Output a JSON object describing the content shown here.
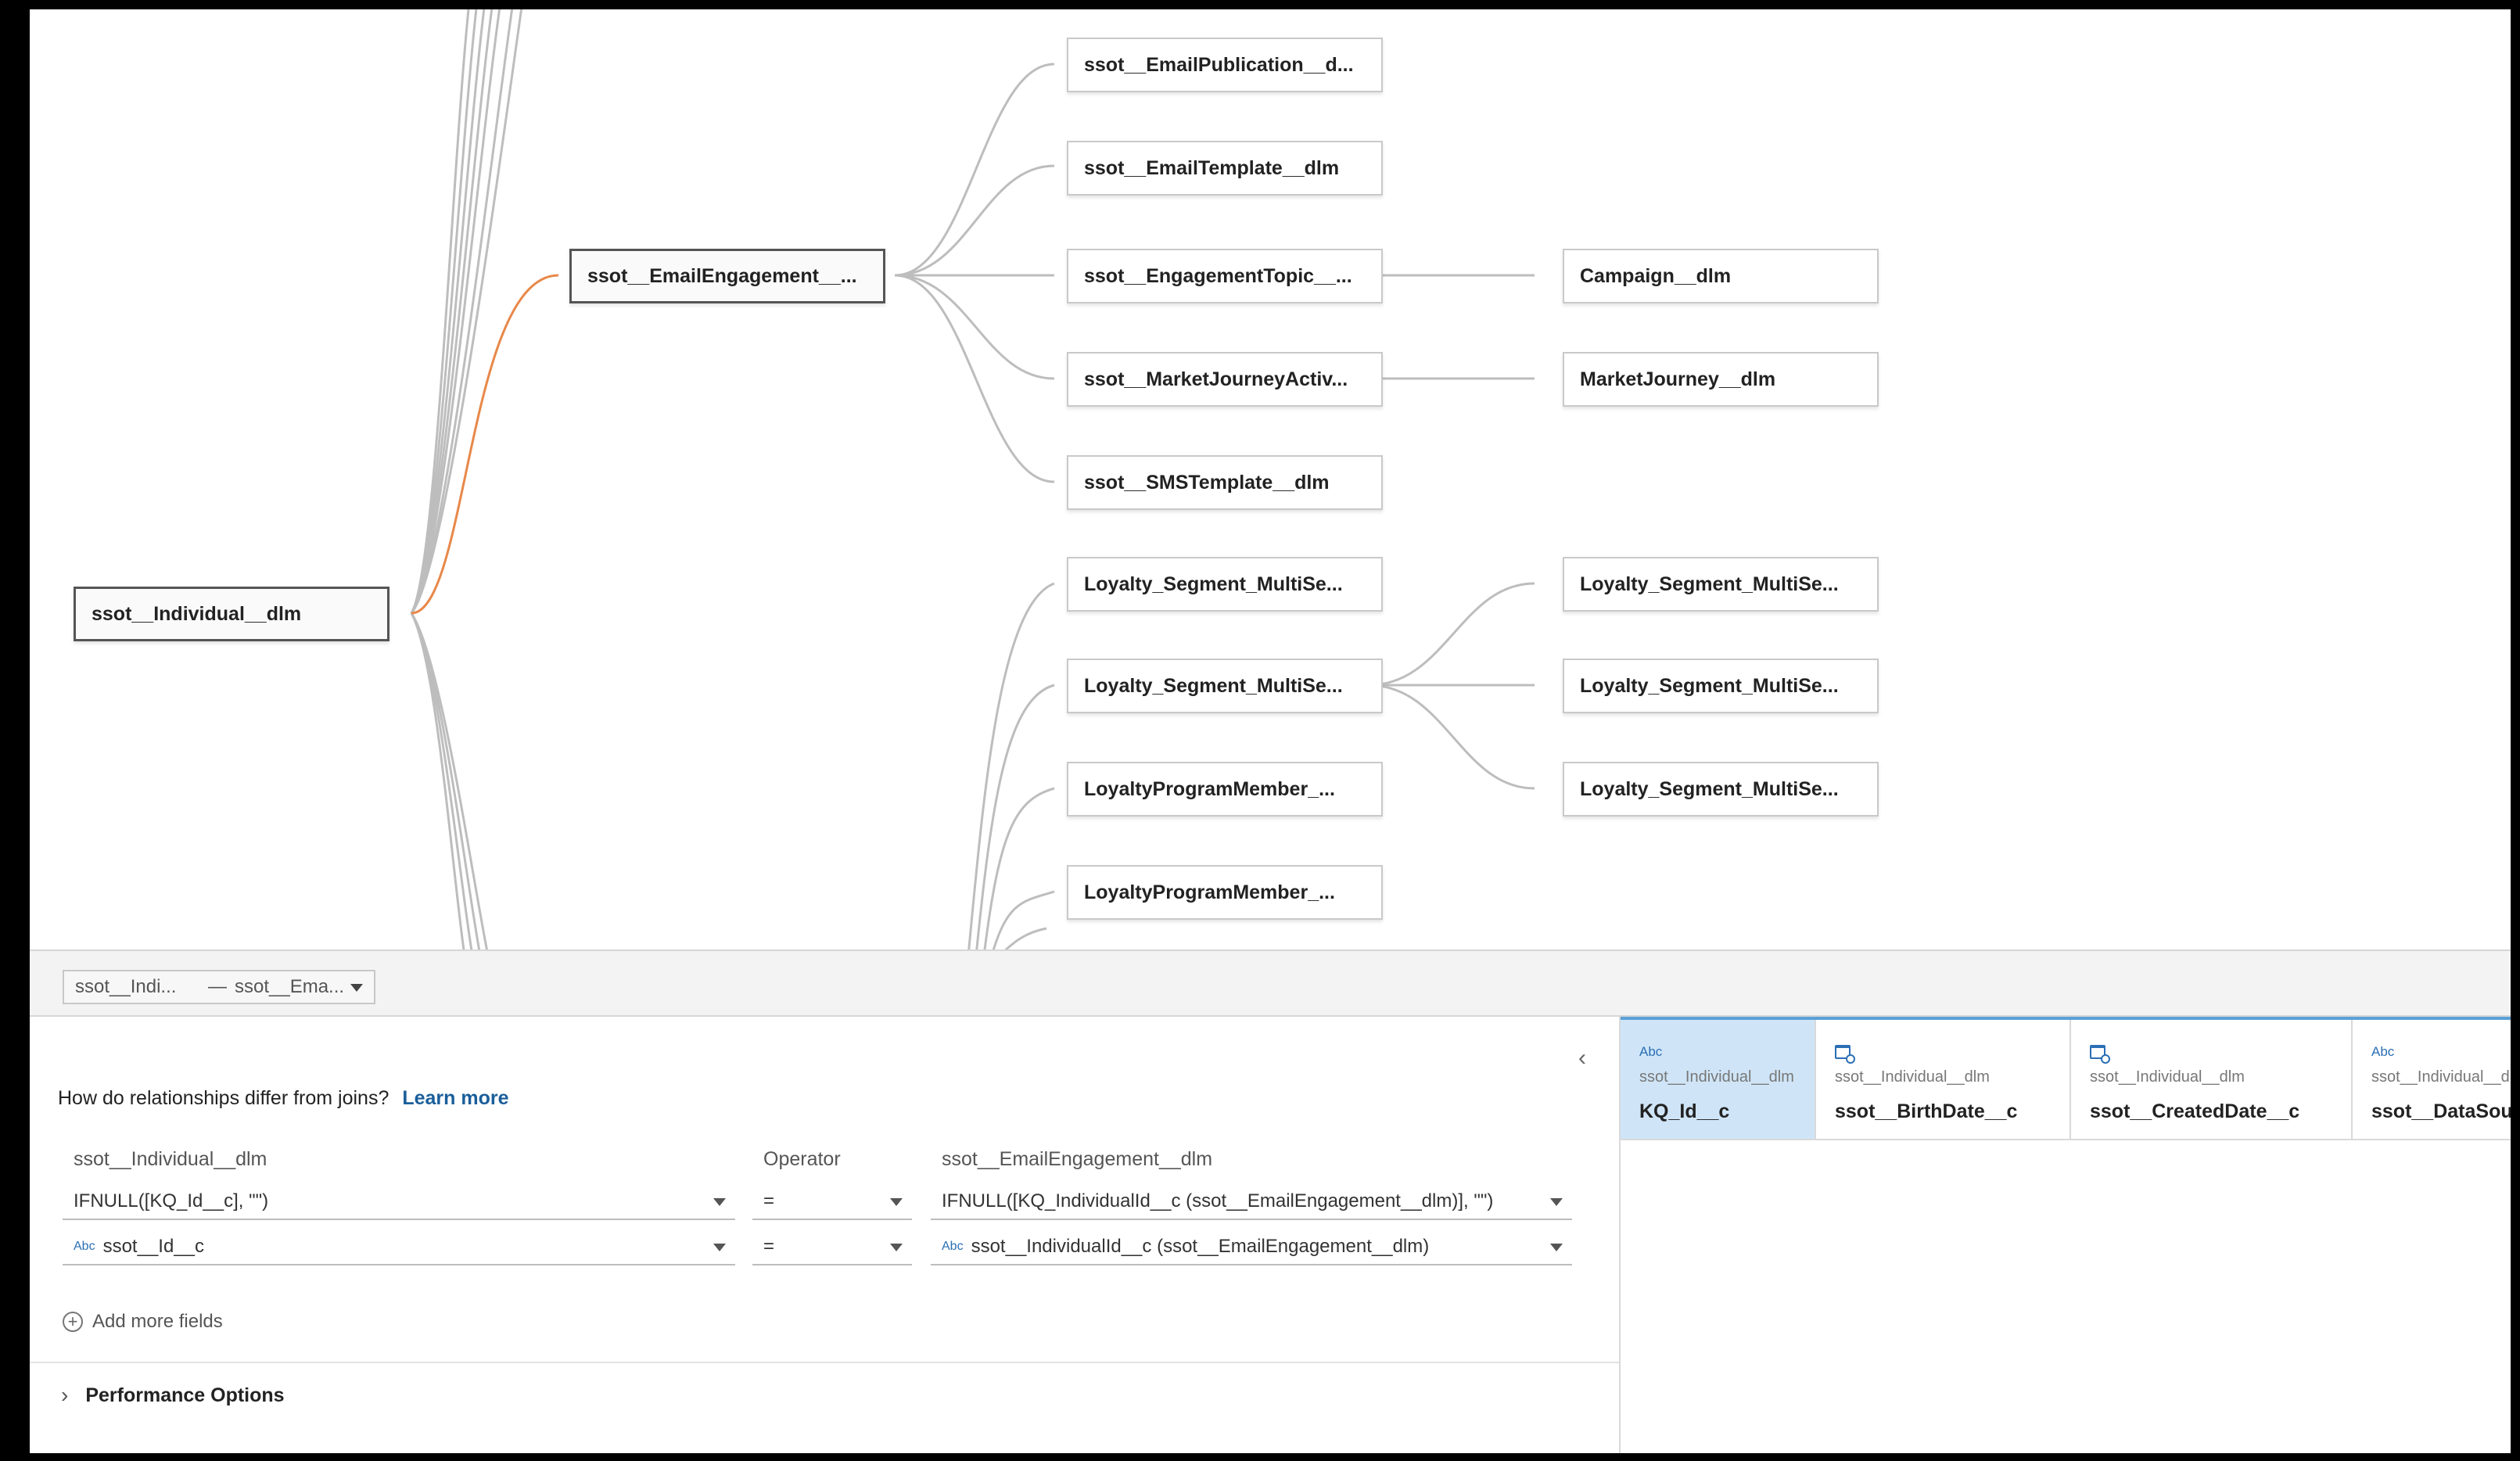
{
  "canvas": {
    "root_node": "ssot__Individual__dlm",
    "level1_selected": "ssot__EmailEngagement__...",
    "level2_upper": [
      "ssot__EmailPublication__d...",
      "ssot__EmailTemplate__dlm",
      "ssot__EngagementTopic__...",
      "ssot__MarketJourneyActiv...",
      "ssot__SMSTemplate__dlm"
    ],
    "level2_lower": [
      "Loyalty_Segment_MultiSe...",
      "Loyalty_Segment_MultiSe...",
      "LoyaltyProgramMember_...",
      "LoyaltyProgramMember_..."
    ],
    "level3": [
      "Campaign__dlm",
      "MarketJourney__dlm",
      "Loyalty_Segment_MultiSe...",
      "Loyalty_Segment_MultiSe...",
      "Loyalty_Segment_MultiSe..."
    ],
    "colors": {
      "highlight_edge": "#e8884a",
      "edge": "#bdbdbd"
    }
  },
  "relationship_selector": {
    "left": "ssot__Indi...",
    "separator": "—",
    "right": "ssot__Ema..."
  },
  "relationship": {
    "help_text": "How do relationships differ from joins?",
    "learn_more": "Learn more",
    "left_table": "ssot__Individual__dlm",
    "operator_header": "Operator",
    "right_table": "ssot__EmailEngagement__dlm",
    "clauses": [
      {
        "left": "IFNULL([KQ_Id__c], \"\")",
        "operator": "=",
        "right": "IFNULL([KQ_IndividualId__c (ssot__EmailEngagement__dlm)], \"\")"
      },
      {
        "left_type": "Abc",
        "left": "ssot__Id__c",
        "operator": "=",
        "right_type": "Abc",
        "right": "ssot__IndividualId__c (ssot__EmailEngagement__dlm)"
      }
    ],
    "add_more": "Add more fields",
    "performance": "Performance Options"
  },
  "preview": {
    "columns": [
      {
        "type": "Abc",
        "source": "ssot__Individual__dlm",
        "name": "KQ_Id__c"
      },
      {
        "type": "date-icon",
        "source": "ssot__Individual__dlm",
        "name": "ssot__BirthDate__c"
      },
      {
        "type": "date-icon",
        "source": "ssot__Individual__dlm",
        "name": "ssot__CreatedDate__c"
      },
      {
        "type": "Abc",
        "source": "ssot__Individual__dlm",
        "name": "ssot__DataSourceObject__c"
      }
    ]
  }
}
